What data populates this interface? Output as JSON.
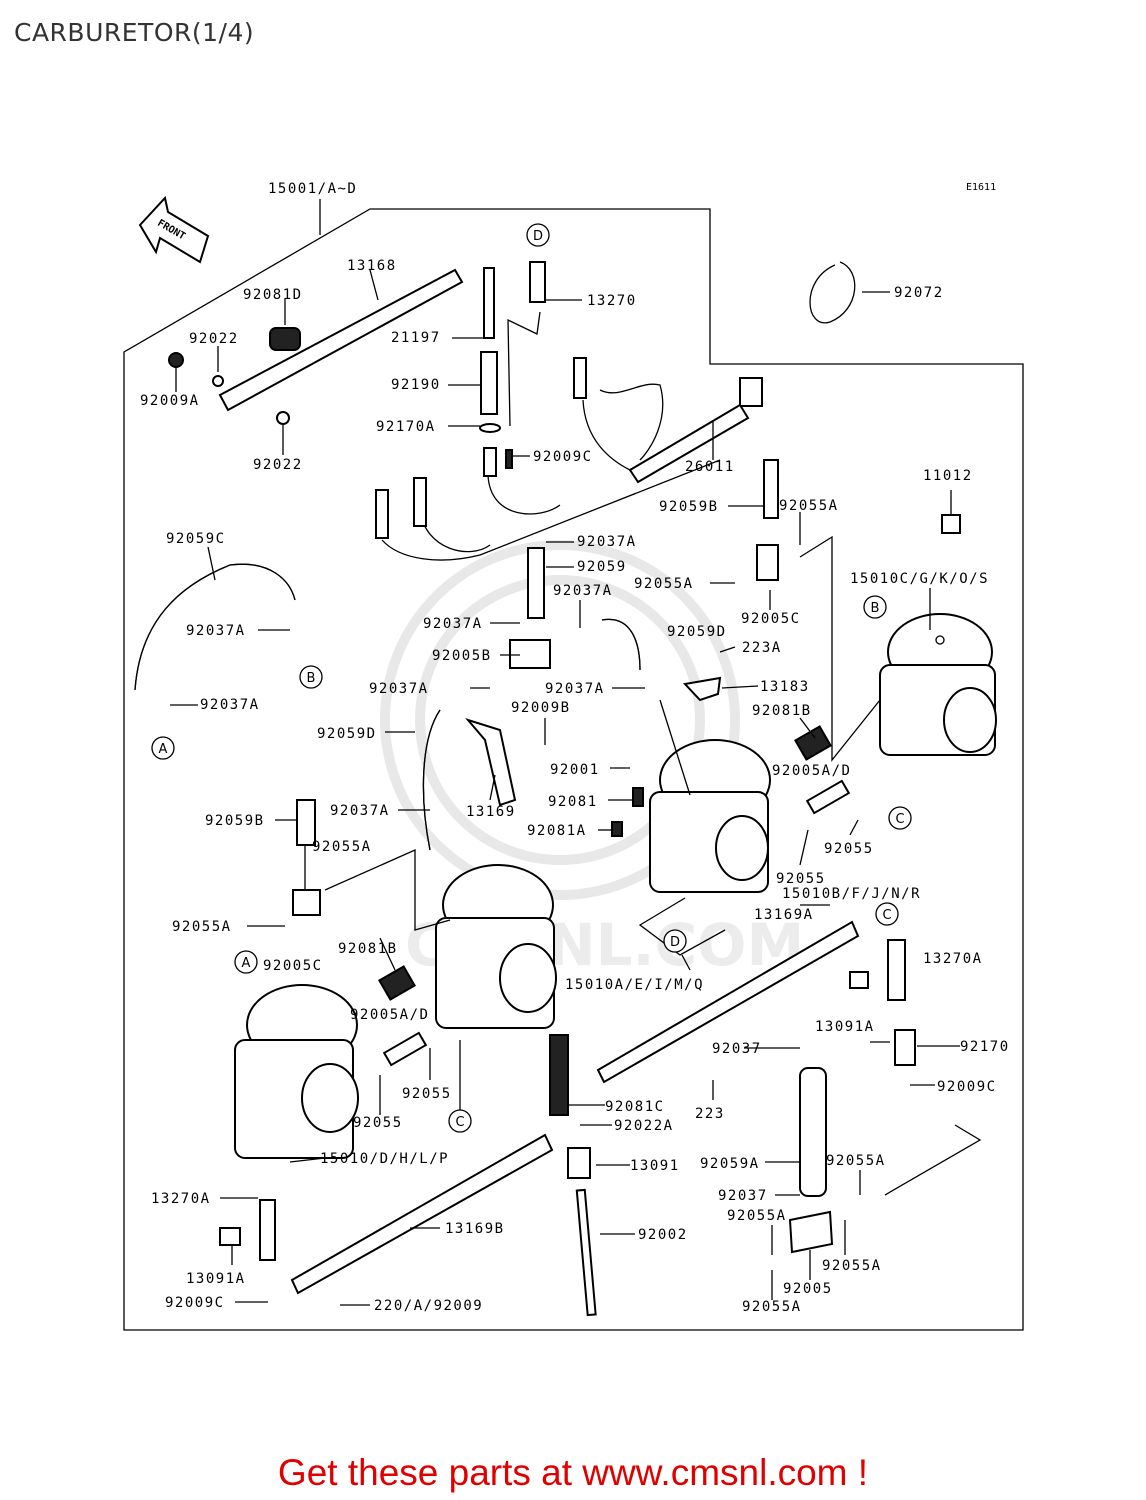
{
  "title": "CARBURETOR(1/4)",
  "diagram_code": "E1611",
  "front_label": "FRONT",
  "watermark": "CMSNL.COM",
  "cta": "Get these parts at www.cmsnl.com !",
  "refs": [
    "A",
    "B",
    "C",
    "D"
  ],
  "labels": {
    "l15001": "15001/A~D",
    "l13168": "13168",
    "l92081d": "92081D",
    "l92022a": "92022",
    "l92009a": "92009A",
    "l92022b": "92022",
    "l21197": "21197",
    "l13270": "13270",
    "l92190": "92190",
    "l92170a": "92170A",
    "l92009c1": "92009C",
    "l26011": "26011",
    "l92072": "92072",
    "l11012": "11012",
    "l92059b1": "92059B",
    "l92055a1": "92055A",
    "l92037a1": "92037A",
    "l92059": "92059",
    "l92037a2": "92037A",
    "l92055a2": "92055A",
    "l92005c1": "92005C",
    "l15010c": "15010C/G/K/O/S",
    "l92059c": "92059C",
    "l92037a3": "92037A",
    "l92037a4": "92037A",
    "l92059d1": "92059D",
    "l92005b": "92005B",
    "l223a": "223A",
    "l92037a5": "92037A",
    "l92037a6": "92037A",
    "l13183": "13183",
    "l92037a7": "92037A",
    "l92009b": "92009B",
    "l92081b1": "92081B",
    "l92059d2": "92059D",
    "l92001": "92001",
    "l92005ad1": "92005A/D",
    "l92081": "92081",
    "l92081a": "92081A",
    "l92037a8": "92037A",
    "l13169": "13169",
    "l92059b2": "92059B",
    "l92055": "92055",
    "l92055a3": "92055A",
    "l92055b": "92055",
    "l15010b": "15010B/F/J/N/R",
    "l92055a4": "92055A",
    "l92005c2": "92005C",
    "l92081b2": "92081B",
    "l13169a": "13169A",
    "l13270a1": "13270A",
    "l15010a": "15010A/E/I/M/Q",
    "l92005ad2": "92005A/D",
    "l13091a1": "13091A",
    "l92037": "92037",
    "l92170": "92170",
    "l92055c": "92055",
    "l92055d": "92055",
    "l92081c": "92081C",
    "l223": "223",
    "l92009c2": "92009C",
    "l92022a2": "92022A",
    "l15010d": "15010/D/H/L/P",
    "l13091": "13091",
    "l92059a": "92059A",
    "l92055a5": "92055A",
    "l13270a2": "13270A",
    "l92037b": "92037",
    "l92055a6": "92055A",
    "l13169b": "13169B",
    "l92002": "92002",
    "l92055a7": "92055A",
    "l13091a2": "13091A",
    "l92005": "92005",
    "l92009c3": "92009C",
    "l220": "220/A/92009",
    "l92055a8": "92055A"
  }
}
